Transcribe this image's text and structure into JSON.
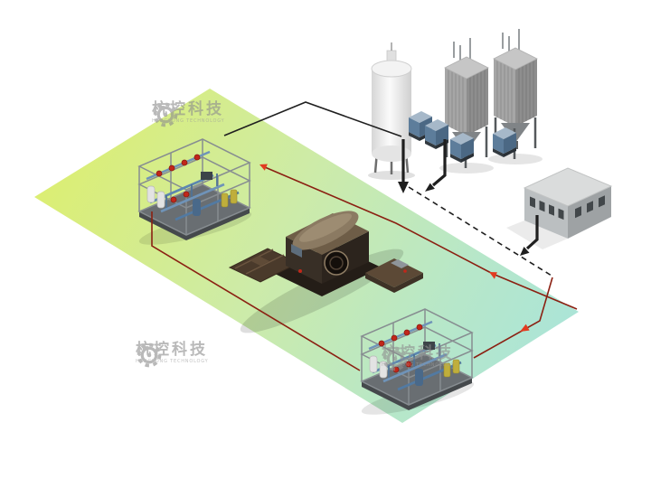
{
  "scene": {
    "background": "#ffffff",
    "description_visible_text_only": true
  },
  "watermark": {
    "text": "杭控科技",
    "subtext": "HANGKONG TECHNOLOGY",
    "instances": 3,
    "color": "#8f8f8f"
  },
  "palette": {
    "ground_start": "#dcee72",
    "ground_mid": "#cdeba8",
    "ground_teal": "#b7e7c9",
    "ground_end": "#a9e4da",
    "flow_line_dark": "#1f1f1f",
    "flow_line_red": "#8b2012",
    "arrow_red": "#e23b20",
    "tank_body": "#f2f2f2",
    "silo_body": "#a6a6a6",
    "building_wall": "#bbbfc1",
    "machine_dark": "#382f26",
    "skid_frame": "#878d91",
    "pipe_blue": "#6f93b8",
    "valve_red": "#c1271a",
    "valve_yellow": "#bfae3c"
  }
}
